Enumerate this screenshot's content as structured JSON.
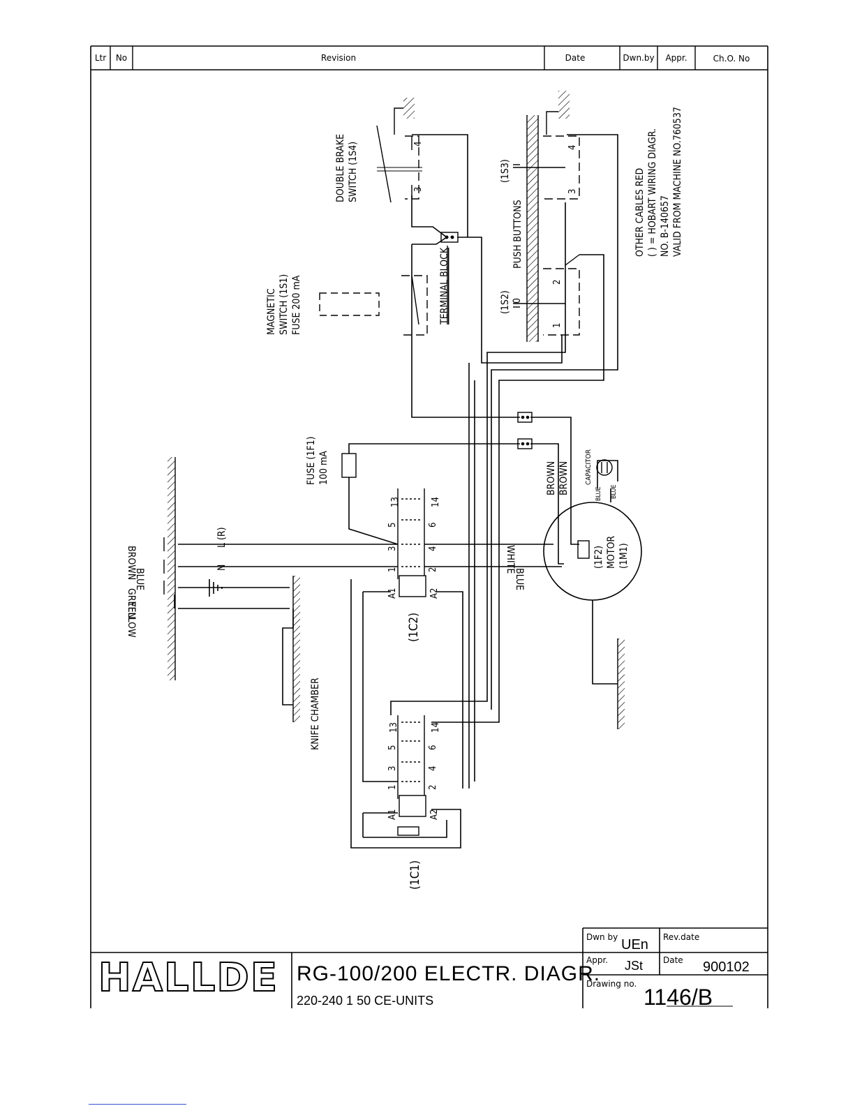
{
  "revision_header": {
    "ltr": "Ltr",
    "no": "No",
    "revision": "Revision",
    "date": "Date",
    "dwn_by": "Dwn.by",
    "appr": "Appr.",
    "ch_o_no": "Ch.O. No"
  },
  "labels": {
    "double_brake_switch": [
      "DOUBLE BRAKE",
      "SWITCH (1S4)"
    ],
    "s3": "(1S3)",
    "push_buttons": "PUSH BUTTONS",
    "s2": "(1S2)",
    "s2_zero": "0",
    "terminal_block": "TERMINAL BLOCK",
    "magnetic_switch": [
      "MAGNETIC",
      "SWITCH (1S1)",
      "FUSE 200 mA"
    ],
    "notes": [
      "OTHER CABLES RED",
      "( ) = HOBART WIRING DIAGR.",
      "NO. B-140657",
      "VALID FROM MACHINE NO.760537"
    ],
    "fuse_1f1": [
      "FUSE (1F1)",
      "100 mA"
    ],
    "brown1": "BROWN",
    "brown2": "BROWN",
    "capacitor": "CAPACITOR",
    "blue_cap1": "BLUE",
    "blue_cap2": "BLUE",
    "line_L": "L (R)",
    "line_N": "N",
    "wire_brown": "BROWN",
    "wire_blue": "BLUE",
    "wire_green": "GREEN",
    "wire_yellow": "YELLOW",
    "white": "WHITE",
    "blue_motor": "BLUE",
    "motor_1f2": "(1F2)",
    "motor": "MOTOR",
    "motor_1m1": "(1M1)",
    "c2": "(1C2)",
    "c1": "(1C1)",
    "knife_chamber": "KNIFE CHAMBER",
    "t3": "3",
    "t4": "4",
    "t1": "1",
    "t2": "2",
    "t13": "13",
    "t14": "14",
    "t5": "5",
    "t6": "6",
    "a1": "A1",
    "a2": "A2"
  },
  "title_block": {
    "logo": "HALLDE",
    "title": "RG-100/200 ELECTR. DIAGR.",
    "subtitle": "220-240 1 50 CE-UNITS",
    "dwn_by_label": "Dwn by",
    "dwn_by_value": "UEn",
    "rev_date_label": "Rev.date",
    "appr_label": "Appr.",
    "appr_value": "JSt",
    "date_label": "Date",
    "date_value": "900102",
    "drawing_no_label": "Drawing no.",
    "drawing_no_value": "1146/B"
  }
}
